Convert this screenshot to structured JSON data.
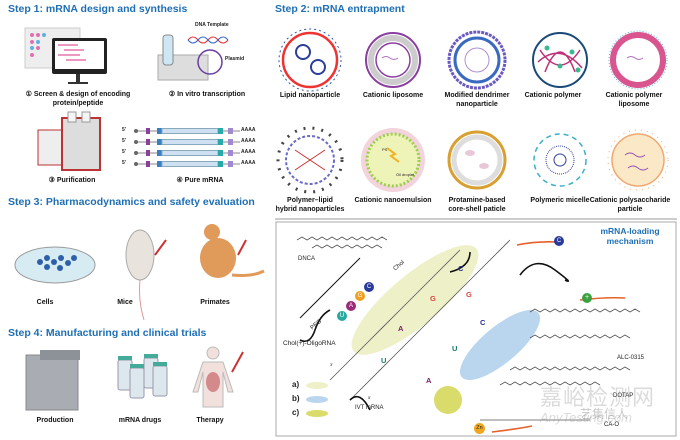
{
  "step1": {
    "title": "Step 1:  mRNA design and synthesis",
    "items": [
      {
        "label": "① Screen & design of encoding",
        "label2": "protein/peptide"
      },
      {
        "label": "② In vitro transcription",
        "dna_template": "DNA Template",
        "plasmid": "Plasmid"
      },
      {
        "label": "③ Purification"
      },
      {
        "label": "④ Pure mRNA",
        "five_prime": "5'",
        "polyA": "AAAA"
      }
    ]
  },
  "step2": {
    "title": "Step 2:  mRNA entrapment",
    "carriers": [
      {
        "label": "Lipid nanoparticle"
      },
      {
        "label": "Cationic liposome"
      },
      {
        "label": "Modified dendrimer",
        "label2": "nanoparticle"
      },
      {
        "label": "Cationic polymer"
      },
      {
        "label": "Cationic polymer",
        "label2": "liposome"
      },
      {
        "label": "Polymer–lipid",
        "label2": "hybrid nanoparticles"
      },
      {
        "label": "Cationic nanoemulsion",
        "ps": "PS",
        "oil": "Oil droplet"
      },
      {
        "label": "Protamine-based",
        "label2": "core-shell paticle"
      },
      {
        "label": "Polymeric micelle"
      },
      {
        "label": "Cationic polysaccharide",
        "label2": "particle"
      }
    ]
  },
  "step3": {
    "title": "Step 3: Pharmacodynamics and safety evaluation",
    "items": [
      {
        "label": "Cells"
      },
      {
        "label": "Mice"
      },
      {
        "label": "Primates"
      }
    ]
  },
  "step4": {
    "title": "Step 4: Manufacturing and clinical trials",
    "items": [
      {
        "label": "Production"
      },
      {
        "label": "mRNA drugs"
      },
      {
        "label": "Therapy"
      }
    ]
  },
  "mechanism": {
    "title": "mRNA-loading mechanism",
    "labels": {
      "dnca": "DNCA",
      "chol_oligo": "Chol(+)-OligoRNA",
      "peg": "PEG",
      "chol": "Chol",
      "ivt": "IVT mRNA",
      "alc": "ALC-0315",
      "dotap": "DOTAP",
      "cao": "CA-O",
      "three_prime": "3'",
      "five_prime": "5'"
    },
    "oligo_beads": [
      "U",
      "A",
      "G",
      "C"
    ],
    "bases": [
      "C",
      "G",
      "G",
      "C",
      "A",
      "U",
      "U",
      "A"
    ],
    "charge_beads": [
      "C",
      "+",
      "Zn"
    ],
    "legend": [
      "a)",
      "b)",
      "c)"
    ],
    "colors": {
      "a": "#eef0c8",
      "b": "#b9d6ee",
      "c": "#d9dc6a",
      "title": "#1f6fb5"
    }
  },
  "watermark": {
    "cn": "嘉峪检测网",
    "en": "AnyTesting.com",
    "other": "艺集信人"
  }
}
